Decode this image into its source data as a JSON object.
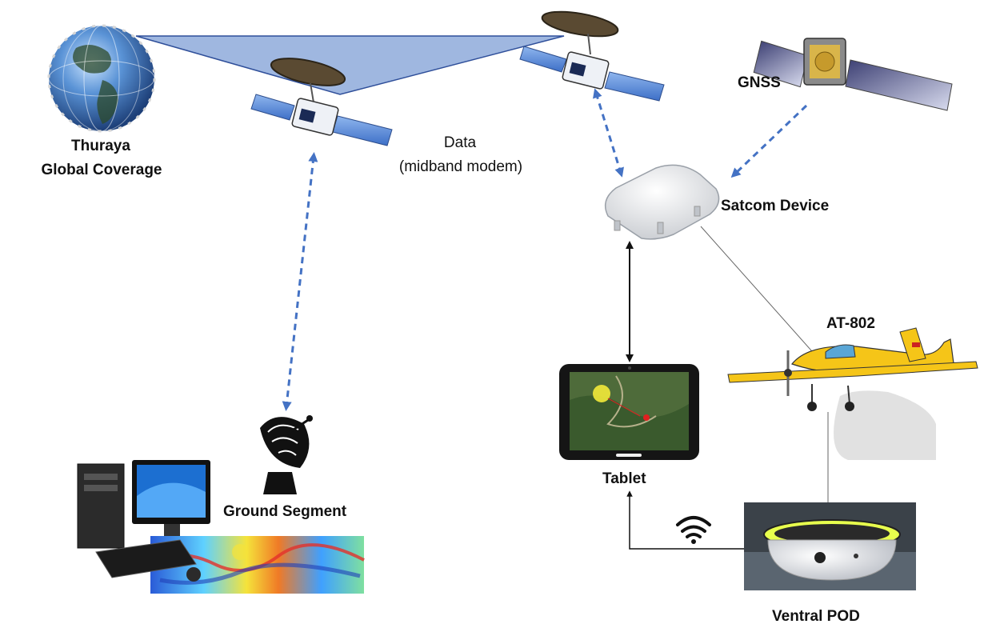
{
  "labels": {
    "thuraya_line1": "Thuraya",
    "thuraya_line2": "Global Coverage",
    "data_line1": "Data",
    "data_line2": "(midband modem)",
    "gnss": "GNSS",
    "satcom": "Satcom Device",
    "aircraft": "AT-802",
    "tablet": "Tablet",
    "ground": "Ground Segment",
    "pod": "Ventral POD"
  },
  "colors": {
    "dashed_link": "#4472c4",
    "coverage_fill": "#8eaadb",
    "coverage_stroke": "#2f4f9a",
    "solid_link": "#111111",
    "aircraft_yellow": "#f5c518",
    "pod_rim": "#e8ff4d"
  },
  "icons": [
    "globe-icon",
    "satellite-icon",
    "gnss-satellite-icon",
    "satcom-antenna-icon",
    "aircraft-icon",
    "tablet-icon",
    "wifi-icon",
    "dish-antenna-icon",
    "computer-icon",
    "heatmap-image",
    "ventral-pod-icon"
  ]
}
